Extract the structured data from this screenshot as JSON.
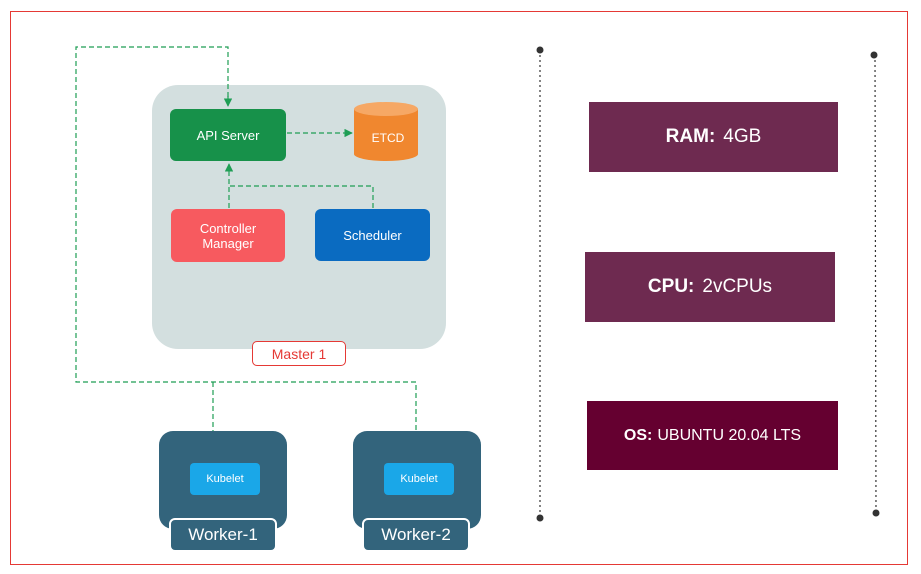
{
  "master": {
    "label": "Master 1",
    "api_server": "API Server",
    "etcd": "ETCD",
    "controller_manager": "Controller Manager",
    "scheduler": "Scheduler"
  },
  "workers": [
    {
      "label": "Worker-1",
      "agent": "Kubelet"
    },
    {
      "label": "Worker-2",
      "agent": "Kubelet"
    }
  ],
  "specs": {
    "ram": {
      "key": "RAM:",
      "value": "4GB"
    },
    "cpu": {
      "key": "CPU:",
      "value": "2vCPUs"
    },
    "os": {
      "key": "OS:",
      "value": "UBUNTU 20.04 LTS"
    }
  },
  "colors": {
    "connector": "#1e9e54",
    "frame": "#e53935",
    "master_panel": "#d3dfdf",
    "api_server": "#17914a",
    "etcd": "#f0872f",
    "controller_manager": "#f75a5f",
    "scheduler": "#0a6bc1",
    "worker": "#33647c",
    "kubelet": "#1aa7e8",
    "spec_box": "#6e2a50",
    "os_box": "#650030"
  }
}
